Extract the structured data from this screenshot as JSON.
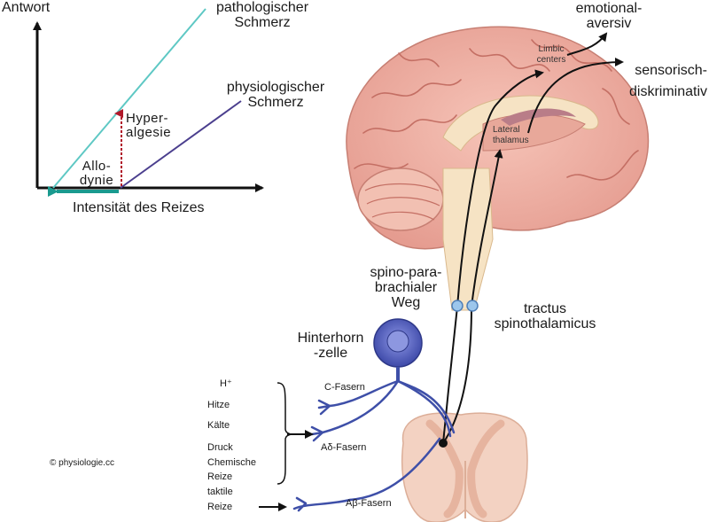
{
  "graph": {
    "y_axis_label": "Antwort",
    "x_axis_label": "Intensität des Reizes",
    "pathological_line": [
      "pathologischer",
      "Schmerz"
    ],
    "physiological_line": [
      "physiologischer",
      "Schmerz"
    ],
    "hyperalgesia": [
      "Hyper-",
      "algesie"
    ],
    "allodynia": [
      "Allo-",
      "dynie"
    ]
  },
  "brain": {
    "limbic": [
      "Limbic",
      "centers"
    ],
    "thalamus": [
      "Lateral",
      "thalamus"
    ],
    "outputs": {
      "emotional": [
        "emotional-",
        "aversiv"
      ],
      "sensory": [
        "sensorisch-",
        "diskriminativ"
      ]
    }
  },
  "pathways": {
    "spino_parabrachial": [
      "spino-para-",
      "brachialer",
      "Weg"
    ],
    "spinothalamic": [
      "tractus",
      "spinothalamicus"
    ],
    "dorsal_horn_cell": [
      "Hinterhorn",
      "-zelle"
    ]
  },
  "stimuli": {
    "group1": [
      "H⁺",
      "Hitze",
      "Kälte",
      "Druck",
      "Chemische",
      "Reize"
    ],
    "group2": [
      "taktile",
      "Reize"
    ]
  },
  "fibers": {
    "c": "C-Fasern",
    "a_delta": "Aδ-Fasern",
    "a_beta": "Aβ-Fasern"
  },
  "copyright": "© physiologie.cc",
  "colors": {
    "pathological": "#5ec8c4",
    "physiological": "#4b3f8e",
    "hyper_arrow": "#b0182a",
    "allodynia_arrow": "#1a9a8f",
    "nerve": "#3e4fa8",
    "cell": "#5a66c8",
    "brain": "#f0b3a8",
    "spinal": "#f3d2c2"
  }
}
